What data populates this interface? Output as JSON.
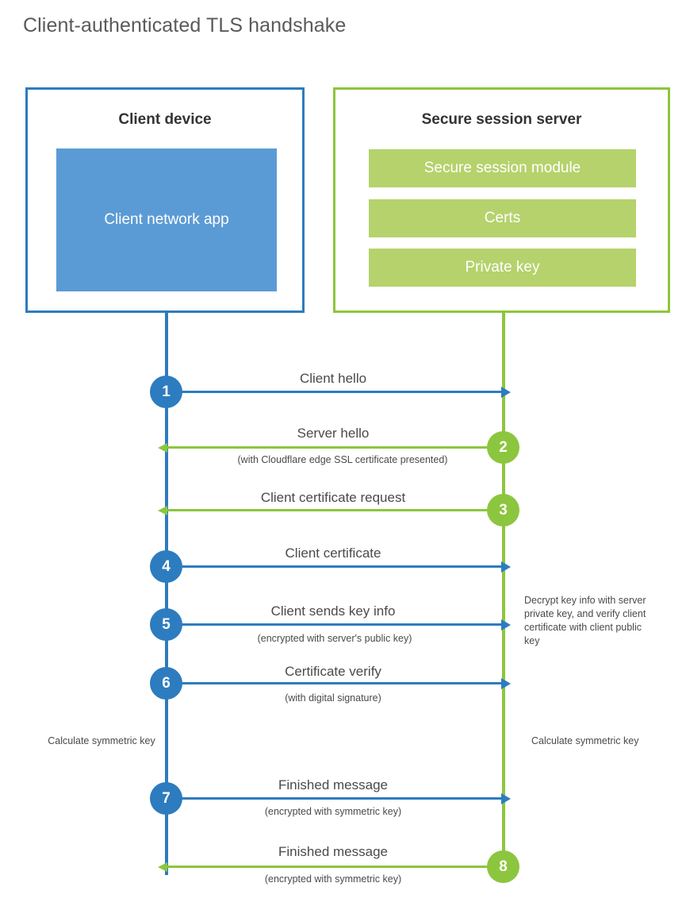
{
  "page": {
    "title": "Client-authenticated TLS handshake"
  },
  "colors": {
    "client_blue": "#2d7cbf",
    "client_app_fill": "#5b9bd5",
    "server_green": "#8cc63e",
    "server_bar_fill": "#b5d26c",
    "text": "#4a4a4a",
    "heading": "#333333",
    "background": "#ffffff"
  },
  "client_box": {
    "title": "Client device",
    "app_label": "Client network app"
  },
  "server_box": {
    "title": "Secure session server",
    "bars": [
      {
        "label": "Secure session module"
      },
      {
        "label": "Certs"
      },
      {
        "label": "Private key"
      }
    ]
  },
  "lifelines": {
    "client": "client-lifeline",
    "server": "server-lifeline"
  },
  "steps": [
    {
      "number": "1",
      "label": "Client hello",
      "sub": "",
      "direction": "client-to-server",
      "color": "#2d7cbf",
      "origin": "client"
    },
    {
      "number": "2",
      "label": "Server hello",
      "sub": "(with Cloudflare edge SSL certificate presented)",
      "direction": "server-to-client",
      "color": "#8cc63e",
      "origin": "server"
    },
    {
      "number": "3",
      "label": "Client certificate request",
      "sub": "",
      "direction": "server-to-client",
      "color": "#8cc63e",
      "origin": "server"
    },
    {
      "number": "4",
      "label": "Client certificate",
      "sub": "",
      "direction": "client-to-server",
      "color": "#2d7cbf",
      "origin": "client"
    },
    {
      "number": "5",
      "label": "Client sends key info",
      "sub": "(encrypted with server's public key)",
      "direction": "client-to-server",
      "color": "#2d7cbf",
      "origin": "client"
    },
    {
      "number": "6",
      "label": "Certificate verify",
      "sub": "(with digital signature)",
      "direction": "client-to-server",
      "color": "#2d7cbf",
      "origin": "client"
    },
    {
      "number": "7",
      "label": "Finished message",
      "sub": "(encrypted with symmetric key)",
      "direction": "client-to-server",
      "color": "#2d7cbf",
      "origin": "client"
    },
    {
      "number": "8",
      "label": "Finished message",
      "sub": "(encrypted with symmetric key)",
      "direction": "server-to-client",
      "color": "#8cc63e",
      "origin": "server"
    }
  ],
  "notes": {
    "server_decrypt": "Decrypt key info with server private key, and verify client certificate with client public key",
    "client_calculate": "Calculate symmetric key",
    "server_calculate": "Calculate symmetric key"
  }
}
